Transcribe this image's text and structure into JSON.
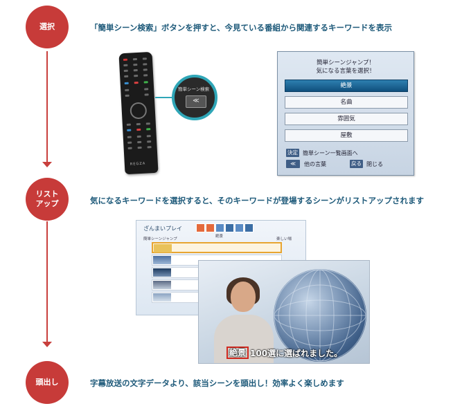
{
  "steps": [
    {
      "label": "選択",
      "text": "「簡単シーン検索」ボタンを押すと、今見ている番組から関連するキーワードを表示"
    },
    {
      "label": "リスト\nアップ",
      "text": "気になるキーワードを選択すると、そのキーワードが登場するシーンがリストアップされます"
    },
    {
      "label": "頭出し",
      "text": "字幕放送の文字データより、該当シーンを頭出し！効率よく楽しめます"
    }
  ],
  "remote": {
    "callout_label": "簡単シーン検索",
    "callout_button": "≪",
    "brand": "REGZA"
  },
  "dialog": {
    "title_line1": "簡単シーンジャンプ！",
    "title_line2": "気になる言葉を選択！",
    "items": [
      "絶景",
      "名曲",
      "雰囲気",
      "屋敷"
    ],
    "key_decide": "決定",
    "key_decide_text": "簡単シーン一覧画面へ",
    "key_other": "≪",
    "key_other_text": "他の言葉",
    "key_back": "戻る",
    "key_back_text": "閉じる"
  },
  "list_screen": {
    "title": "ざんまいプレイ",
    "subtitle": "簡単シーンジャンプ",
    "keyword": "絶景",
    "right_label": "楽しい場"
  },
  "tv": {
    "caption_box": "絶景",
    "caption_text": "100選に選ばれました。"
  },
  "colors": {
    "accent_red": "#c73b39",
    "text_blue": "#1e5a7a",
    "callout_teal": "#2fa6b7",
    "dialog_selected": "#1f6b9c"
  }
}
